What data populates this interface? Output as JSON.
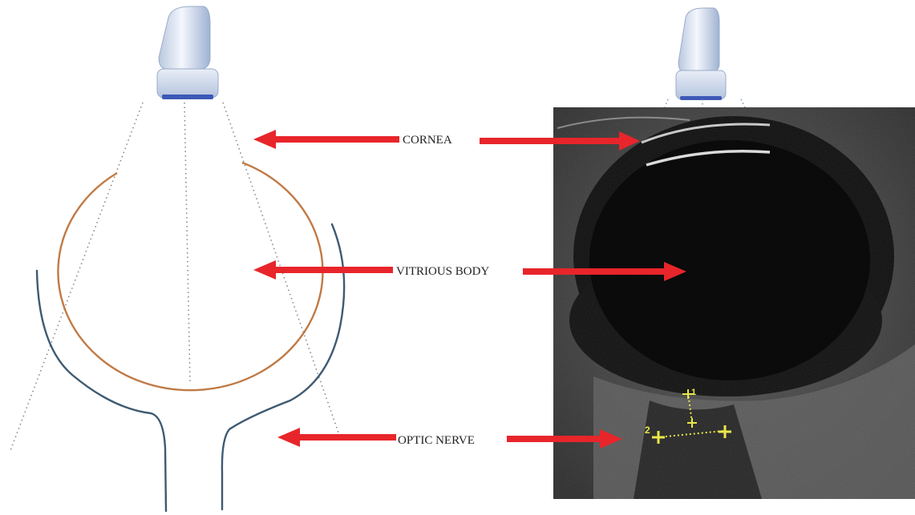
{
  "labels": {
    "cornea": "CORNEA",
    "vitreous_body": "VITRIOUS BODY",
    "optic_nerve": "OPTIC NERVE"
  },
  "measurement_markers": {
    "vertical": "1",
    "horizontal": "2"
  },
  "colors": {
    "arrow": "#e8252a",
    "globe_outline": "#c07a45",
    "orbit_outline": "#3e5a72",
    "beam_dots": "#8a8a8a",
    "caliper": "#e8e84a",
    "ultrasound_background": "#0c0c0c"
  }
}
